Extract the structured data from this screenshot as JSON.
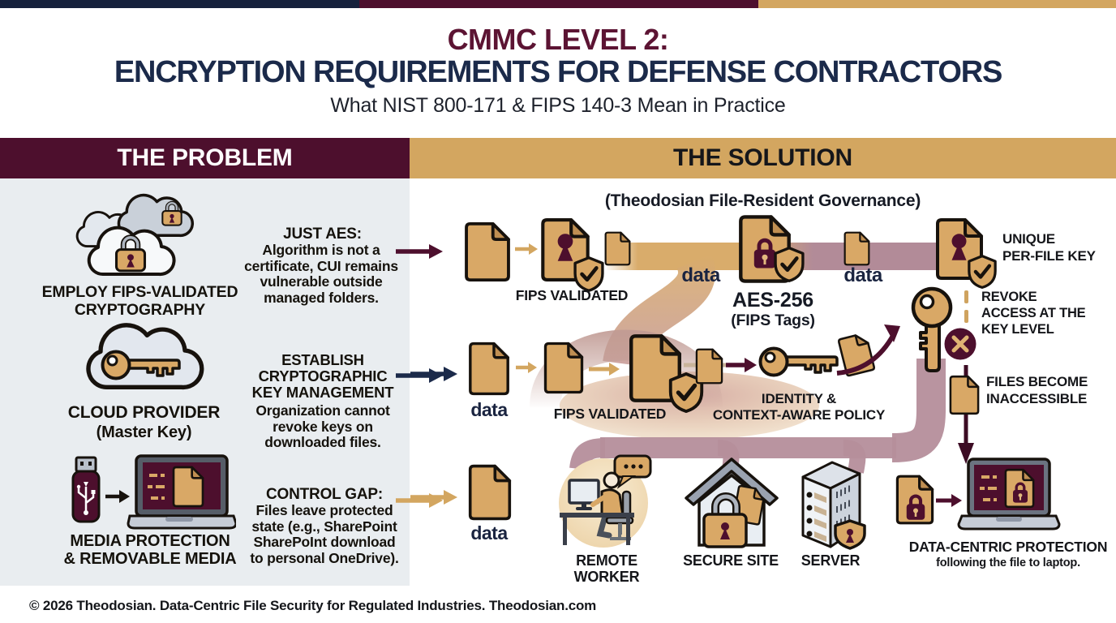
{
  "header": {
    "title_line1": "CMMC LEVEL 2:",
    "title_line2": "ENCRYPTION REQUIREMENTS FOR DEFENSE CONTRACTORS",
    "subtitle": "What NIST 800-171 & FIPS 140-3 Mean in Practice"
  },
  "bands": {
    "problem": "THE PROBLEM",
    "solution": "THE SOLUTION"
  },
  "problem": {
    "items": [
      {
        "icon": "clouds-locks-icon",
        "label": [
          "EMPLOY FIPS-VALIDATED",
          "CRYPTOGRAPHY"
        ],
        "heading": "JUST AES:",
        "body": [
          "Algorithm is not a",
          "certificate, CUI remains",
          "vulnerable outside",
          "managed folders."
        ]
      },
      {
        "icon": "cloud-key-icon",
        "label": [
          "CLOUD PROVIDER",
          "(Master Key)"
        ],
        "heading_lines": [
          "ESTABLISH",
          "CRYPTOGRAPHIC",
          "KEY MANAGEMENT"
        ],
        "body": [
          "Organization cannot",
          "revoke keys on",
          "downloaded files."
        ]
      },
      {
        "icon": "usb-laptop-icon",
        "label": [
          "MEDIA PROTECTION",
          "& REMOVABLE MEDIA"
        ],
        "heading": "CONTROL GAP:",
        "body": [
          "Files leave protected",
          "state (e.g., SharePoint",
          "SharePoInt download",
          "to personal OneDrive)."
        ]
      }
    ]
  },
  "solution": {
    "heading": "(Theodosian File-Resident Governance)",
    "row1": {
      "fips_label": "FIPS VALIDATED",
      "data_label_1": "data",
      "aes_label": "AES-256",
      "aes_sub": "(FIPS Tags)",
      "data_label_2": "data",
      "unique_label": [
        "UNIQUE",
        "PER-FILE KEY"
      ]
    },
    "revoke": [
      "REVOKE",
      "ACCESS AT THE",
      "KEY LEVEL"
    ],
    "inaccessible": [
      "FILES BECOME",
      "INACCESSIBLE"
    ],
    "row2": {
      "data_label": "data",
      "fips_label": "FIPS VALIDATED",
      "identity_label": [
        "IDENTITY &",
        "CONTEXT-AWARE POLICY"
      ]
    },
    "row3": {
      "data_label": "data",
      "remote_worker": "REMOTE WORKER",
      "secure_site": "SECURE SITE",
      "server": "SERVER",
      "dcp_label": "DATA-CENTRIC PROTECTION",
      "dcp_sub": "following the file to laptop."
    }
  },
  "footer": {
    "text": "© 2026 Theodosian. Data-Centric File Security for Regulated Industries. Theodosian.com"
  },
  "colors": {
    "navy": "#1b2a4a",
    "maroon": "#4d0f2d",
    "tan_band": "#d3a660",
    "tan_file": "#d9a866",
    "mauve": "#b28b98",
    "panel_gray": "#e9edf0",
    "title_maroon": "#5c1433"
  }
}
